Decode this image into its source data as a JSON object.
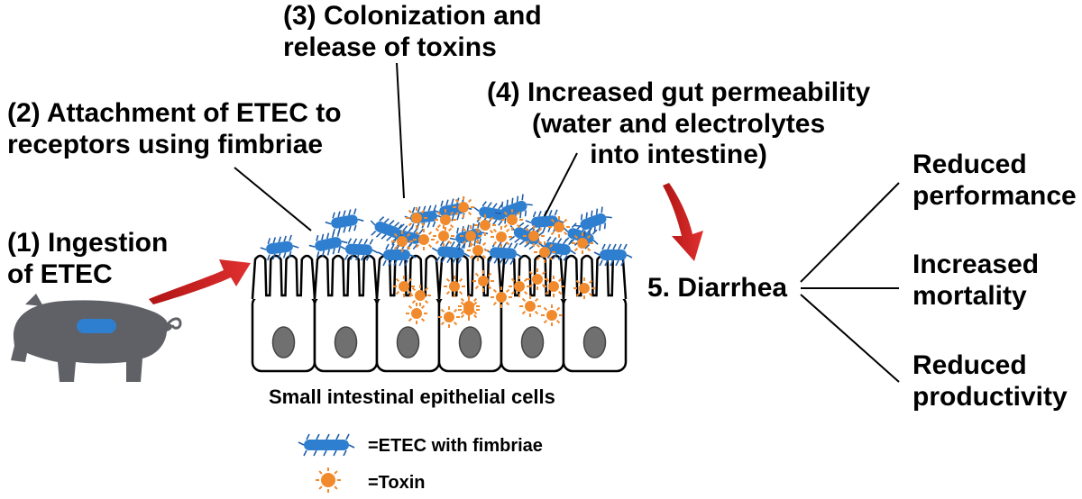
{
  "steps": {
    "ingestion": [
      "(1) Ingestion",
      "of ETEC"
    ],
    "attachment": [
      "(2) Attachment of ETEC to",
      "receptors using fimbriae"
    ],
    "colonization": [
      "(3) Colonization and",
      "release of toxins"
    ],
    "permeability": [
      "(4) Increased gut permeability",
      "(water and electrolytes",
      "into intestine)"
    ],
    "diarrhea": "5. Diarrhea"
  },
  "outcomes": [
    [
      "Reduced",
      "performance"
    ],
    [
      "Increased",
      "mortality"
    ],
    [
      "Reduced",
      "productivity"
    ]
  ],
  "cells_caption": "Small intestinal epithelial cells",
  "legend": {
    "etec": "=ETEC with fimbriae",
    "toxin": "=Toxin"
  },
  "colors": {
    "etec": "#2f7fd0",
    "toxin": "#f08a2c",
    "arrow": "#cc1a1a",
    "pig": "#5f6166",
    "nucleus": "#707070"
  },
  "icons": [
    "pig-icon",
    "etec-bacterium-icon",
    "toxin-icon",
    "red-curved-arrow-icon"
  ]
}
